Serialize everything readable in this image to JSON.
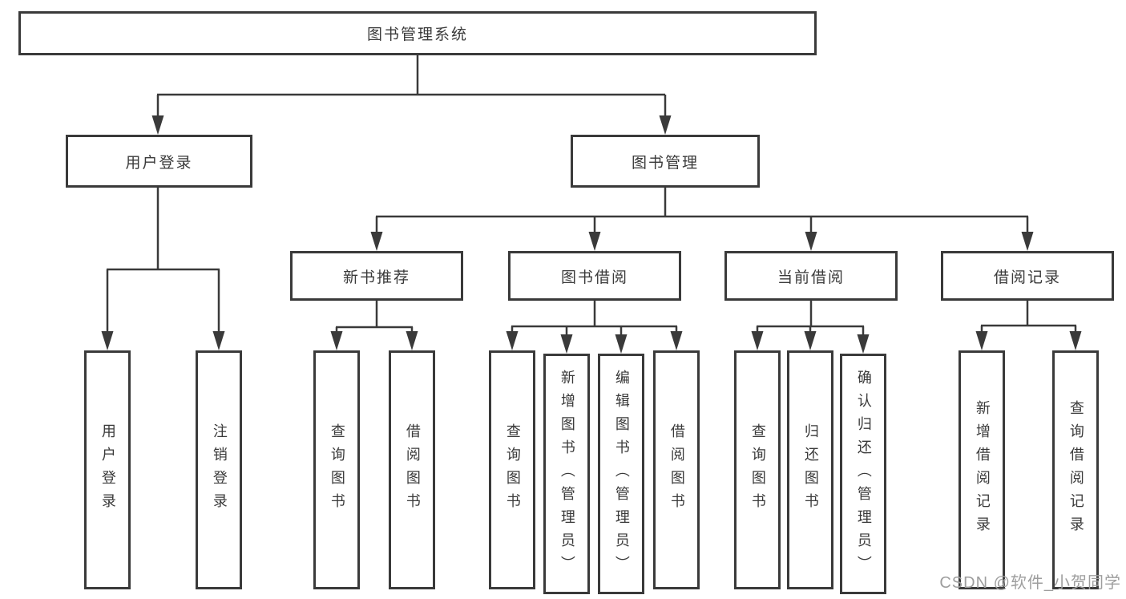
{
  "diagram": {
    "root": "图书管理系统",
    "level2": {
      "user_login": "用户登录",
      "book_mgmt": "图书管理"
    },
    "level3": {
      "new_book_rec": "新书推荐",
      "book_borrow": "图书借阅",
      "current_borrow": "当前借阅",
      "borrow_record": "借阅记录"
    },
    "leaves": {
      "user_login": [
        "用户登录",
        "注销登录"
      ],
      "new_book_rec": [
        "查询图书",
        "借阅图书"
      ],
      "book_borrow": [
        "查询图书",
        "新增图书（管理员）",
        "编辑图书（管理员）",
        "借阅图书"
      ],
      "current_borrow": [
        "查询图书",
        "归还图书",
        "确认归还（管理员）"
      ],
      "borrow_record": [
        "新增借阅记录",
        "查询借阅记录"
      ]
    }
  },
  "watermark": "CSDN @软件_小贺同学",
  "colors": {
    "line": "#3a3a3a",
    "box_border": "#3a3a3a",
    "text": "#3a3a3a",
    "box_background": "#ffffff",
    "page_background": "#ffffff",
    "watermark": "#9e9e9e"
  }
}
